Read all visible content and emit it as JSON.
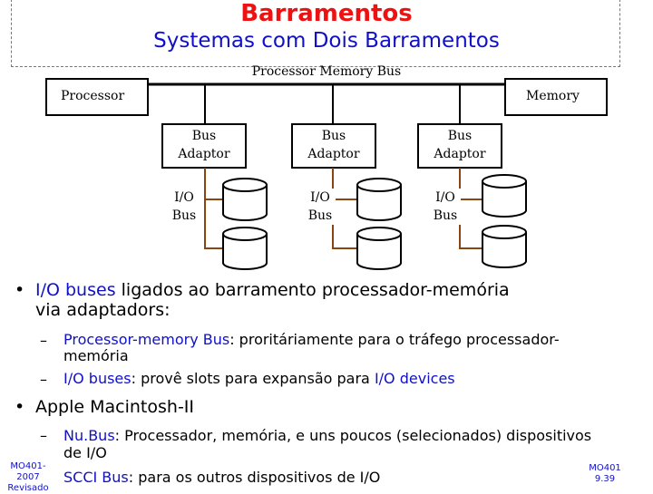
{
  "title": "Barramentos",
  "subtitle": "Systemas com Dois Barramentos",
  "diagram": {
    "bus_label": "Processor Memory Bus",
    "processor": "Processor",
    "memory": "Memory",
    "adaptor_line1": "Bus",
    "adaptor_line2": "Adaptor",
    "io_line1": "I/O",
    "io_line2": "Bus"
  },
  "bullets": {
    "b1": {
      "term": "I/O buses",
      "rest_line1": " ligados ao barramento processador-memória",
      "line2": "via adaptadors:",
      "subs": [
        {
          "term": "Processor-memory Bus",
          "colon": ":",
          "rest": " proritáriamente para o tráfego processador-",
          "cont": "memória"
        },
        {
          "term": "I/O buses",
          "colon": ":",
          "rest": " provê slots para expansão para ",
          "term2": "I/O devices"
        }
      ]
    },
    "b2": {
      "text": "Apple Macintosh-II",
      "subs": [
        {
          "term": "Nu.Bus",
          "colon": ":",
          "rest": " Processador, memória, e uns poucos (selecionados) dispositivos",
          "cont": "de I/O"
        },
        {
          "term": "SCCI Bus",
          "colon": ":",
          "rest": " para os outros dispositivos de I/O"
        }
      ]
    }
  },
  "footer": {
    "left_line1": "MO401-2007",
    "left_line2": "Revisado",
    "right_line1": "MO401",
    "right_line2": "9.39"
  },
  "colors": {
    "title": "#ee1111",
    "accent": "#1010c8",
    "bus_line": "#8b4513"
  }
}
